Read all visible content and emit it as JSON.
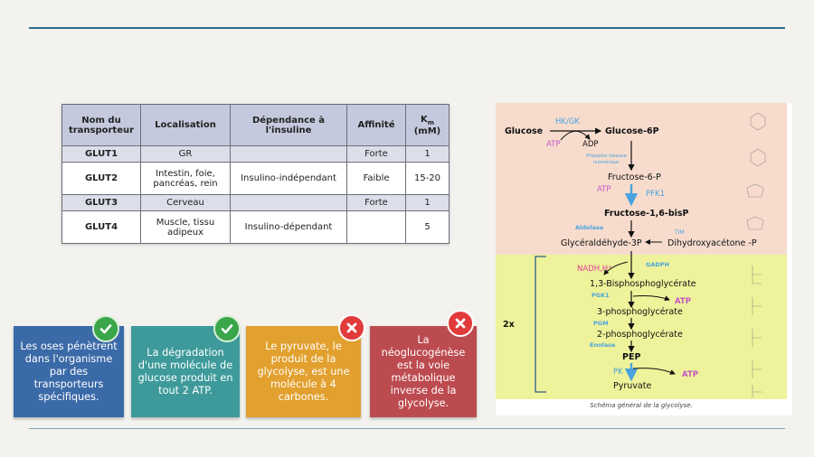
{
  "table": {
    "headers": [
      "Nom du transporteur",
      "Localisation",
      "Dépendance à l'insuline",
      "Affinité",
      "Km (mM)"
    ],
    "rows": [
      {
        "name": "GLUT1",
        "location": "GR",
        "dependence": "",
        "affinity": "Forte",
        "km": "1"
      },
      {
        "name": "GLUT2",
        "location": "Intestin, foie, pancréas, rein",
        "dependence": "Insulino-indépendant",
        "affinity": "Faible",
        "km": "15-20"
      },
      {
        "name": "GLUT3",
        "location": "Cerveau",
        "dependence": "",
        "affinity": "Forte",
        "km": "1"
      },
      {
        "name": "GLUT4",
        "location": "Muscle, tissu adipeux",
        "dependence": "Insulino-dépendant",
        "affinity": "",
        "km": "5"
      }
    ]
  },
  "cards": [
    {
      "text": "Les oses pénètrent dans l'organisme par des transporteurs spécifiques.",
      "status": "correct",
      "color": "#3b6aa8"
    },
    {
      "text": "La dégradation d'une molécule de glucose produit en tout 2 ATP.",
      "status": "correct",
      "color": "#3e9a9a"
    },
    {
      "text": "Le pyruvate, le produit de la glycolyse, est une molécule à 4 carbones.",
      "status": "incorrect",
      "color": "#e2a02e"
    },
    {
      "text": "La néoglucogénèse est la voie métabolique inverse de la glycolyse.",
      "status": "incorrect",
      "color": "#bc4b50"
    }
  ],
  "diagram": {
    "caption": "Schéma général de la glycolyse.",
    "metabolites": {
      "glucose": "Glucose",
      "g6p": "Glucose-6P",
      "f6p": "Fructose-6-P",
      "f16bp": "Fructose-1,6-bisP",
      "g3p": "Glycéraldéhyde-3P",
      "dhap": "Dihydroxyacétone -P",
      "bpg13": "1,3-Bisphosphoglycérate",
      "pg3": "3-phosphoglycérate",
      "pg2": "2-phosphoglycérate",
      "pep": "PEP",
      "pyruvate": "Pyruvate"
    },
    "enzymes": {
      "hk": "HK/GK",
      "pgi_1": "Phospho-hexose",
      "pgi_2": "isomérase",
      "pfk": "PFK1",
      "aldolase": "Aldolase",
      "tim": "TIM",
      "gadph": "GADPH",
      "pgk": "PGK1",
      "pgm": "PGM",
      "enolase": "Enolase",
      "pk": "PK"
    },
    "cofactors": {
      "atp": "ATP",
      "adp": "ADP",
      "nadh": "NADH,H⁺"
    },
    "multiplier": "2x"
  },
  "colors": {
    "rule": "#2e6c8e",
    "zone_hexose": "#f7dccd",
    "zone_triose": "#eef29a",
    "enzyme": "#4aa3df",
    "atp": "#c455c4"
  }
}
